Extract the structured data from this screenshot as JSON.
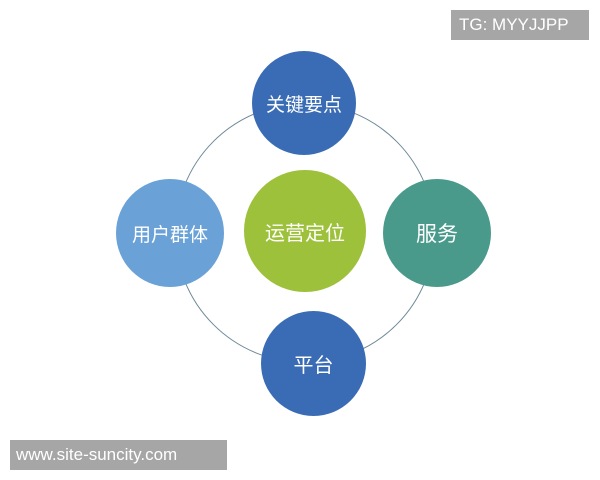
{
  "diagram": {
    "center": {
      "label": "运营定位",
      "color": "#9dc13b"
    },
    "nodes": [
      {
        "position": "top",
        "label": "关键要点",
        "color": "#3a6cb6"
      },
      {
        "position": "left",
        "label": "用户群体",
        "color": "#6aa2d8"
      },
      {
        "position": "right",
        "label": "服务",
        "color": "#4a9a8c"
      },
      {
        "position": "bottom",
        "label": "平台",
        "color": "#3a6cb6"
      }
    ],
    "ring_color": "#6f8a99"
  },
  "watermarks": {
    "top_right": "TG: MYYJJPP",
    "bottom_left": "www.site-suncity.com"
  }
}
